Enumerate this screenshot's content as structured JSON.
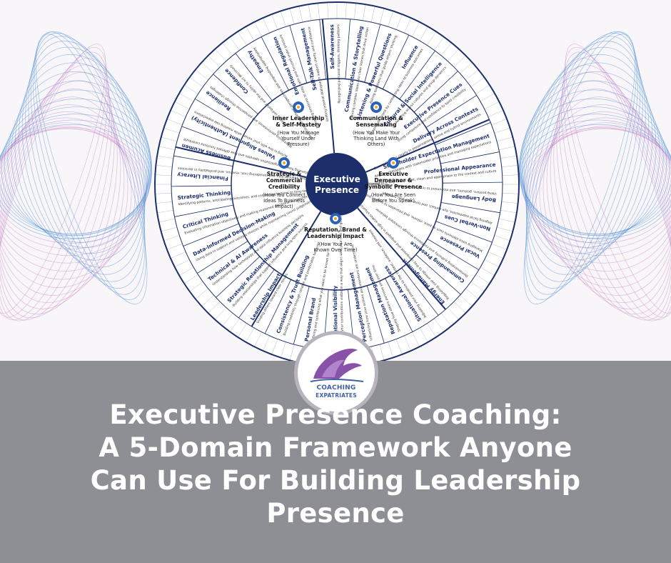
{
  "wheel": {
    "center_line1": "Executive",
    "center_line2": "Presence",
    "domains": [
      {
        "title": [
          "Inner Leadership",
          "& Self-Mastery"
        ],
        "subtitle": [
          "(How You Manage",
          "Yourself Under",
          "Pressure)"
        ],
        "icon": "badge-icon"
      },
      {
        "title": [
          "Communication &",
          "Sensemaking"
        ],
        "subtitle": [
          "(How You Make Your",
          "Thinking Land With",
          "Others)"
        ],
        "icon": "people-network-icon"
      },
      {
        "title": [
          "Executive",
          "Demeanor &",
          "Symbolic Presence"
        ],
        "subtitle": [
          "(How You Are Seen",
          "Before You Speak)"
        ],
        "icon": "gear-person-icon"
      },
      {
        "title": [
          "Reputation, Brand &",
          "Leadership Impact"
        ],
        "subtitle": [
          "(How Your Are",
          "Known Over Time)"
        ],
        "icon": "award-people-icon"
      },
      {
        "title": [
          "Strategic &",
          "Commercial",
          "Credibility"
        ],
        "subtitle": [
          "(How You Connect",
          "Ideas To Business",
          "Impact)"
        ],
        "icon": "head-gears-icon"
      }
    ],
    "competencies": [
      {
        "name": "Self-Awareness",
        "desc": "Recognizing personal triggers, thinking patterns"
      },
      {
        "name": "Communication & Storytelling",
        "desc": "Turning complex ideas into clear stories that drive action"
      },
      {
        "name": "Listening & Powerful Questions",
        "desc": "Asking questions that guide others' thinking"
      },
      {
        "name": "Influence",
        "desc": "Shaping decisions by connecting ideas to business outcomes"
      },
      {
        "name": "Cultural & Social Intelligence",
        "desc": "Adapting across cultures and group dynamics"
      },
      {
        "name": "Executive Presence Cues",
        "desc": "Using composure and confidence to build credibility"
      },
      {
        "name": "Delivery Across Contexts",
        "desc": "Communicating clearly in presentations, online and hybrid environments"
      },
      {
        "name": "Stakeholder Expectation Management",
        "desc": "Aligning messages with stakeholder priorities and managing expectations"
      },
      {
        "name": "Professional Appearance",
        "desc": "Presenting yourself in a way that is neat, clean and appropriate to the context and culture"
      },
      {
        "name": "Body Language",
        "desc": "Using posture, gestures, and movement to reinforce credibility and confidence"
      },
      {
        "name": "Non-Verbal Cues",
        "desc": "Aligning facial expressions, eye contact, and tone with your message"
      },
      {
        "name": "Vocal Presence",
        "desc": "Managing voice elements such as pace, volume, and intonation to support presence"
      },
      {
        "name": "Commanding Presence",
        "desc": "Demonstrating authority and confidence through consistent behavior"
      },
      {
        "name": "Energy Management",
        "desc": "Regulating your energy to stay composed and engaged in high-stakes situations"
      },
      {
        "name": "Situational Awareness",
        "desc": "Adjusting your presence to the context, audience, and moment"
      },
      {
        "name": "Reputation Management",
        "desc": "Shaping how others perceive you over time"
      },
      {
        "name": "Perception Management",
        "desc": "Influencing how your actions and intentions are understood"
      },
      {
        "name": "Intentional Visibility",
        "desc": "Making your contributions visible in a way that aligns with your role and goals"
      },
      {
        "name": "Personal Brand",
        "desc": "Defining and reinforcing what you want to be known for"
      },
      {
        "name": "Consistency & Trust Building",
        "desc": "Building credibility through reliable and predictable behavior"
      },
      {
        "name": "Leadership Impact",
        "desc": "Guiding others toward clear results"
      },
      {
        "name": "Strategic Relationship Management",
        "desc": "Building relationships that support influence and long-term success"
      },
      {
        "name": "Technical & AI Awareness",
        "desc": "Understanding how technology and data influence business decisions"
      },
      {
        "name": "Data-Informed Decision-Making",
        "desc": "Using data to support and validate choices while maintaining sound judgement"
      },
      {
        "name": "Critical Thinking",
        "desc": "Evaluating information objectively and making reasoned decisions in complex situations"
      },
      {
        "name": "Strategic Thinking",
        "desc": "Identifying patterns, anticipating outcomes, and connecting actions to long-term goals"
      },
      {
        "name": "Financial Literacy",
        "desc": "Interpreting financial data and considering cost, revenue, and profitability in decisions"
      },
      {
        "name": "Business Acumen",
        "desc": "Understanding how the organization operates and how different functions contribute"
      },
      {
        "name": "Values Alignment (Authenticity)",
        "desc": "Acting in line with your values while meeting role expectations"
      },
      {
        "name": "Resilience",
        "desc": "Maintaining performance and perspective through challenges"
      },
      {
        "name": "Confidence",
        "desc": "Building self-belief and the ability to act decisively"
      },
      {
        "name": "Empathy",
        "desc": "Understanding others' perspectives and responding appropriately"
      },
      {
        "name": "Emotional Regulation",
        "desc": "Managing emotions to stay calm and focused under pressure"
      },
      {
        "name": "Self-Talk Management",
        "desc": "Shifting internal dialogue to support clarity and confidence"
      }
    ]
  },
  "logo": {
    "line1": "COACHING",
    "line2": "EXPATRIATES"
  },
  "headline": [
    "Executive Presence Coaching:",
    "A 5-Domain Framework Anyone",
    "Can Use For Building Leadership",
    "Presence"
  ],
  "colors": {
    "navy": "#1c2f6b",
    "swirl_blue": "#4f8fd6",
    "swirl_pink": "#c98ac9",
    "banner_gray": "#8d8f94",
    "logo_purple": "#6b2f8f"
  }
}
